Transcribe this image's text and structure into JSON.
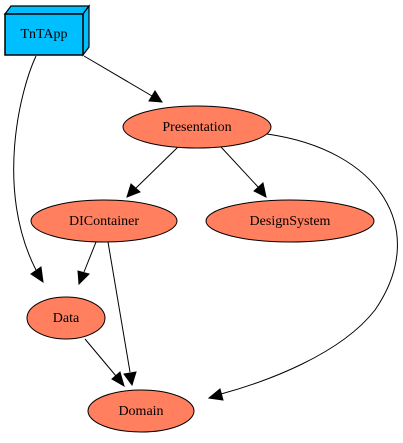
{
  "colors": {
    "app_node_fill": "#00bfff",
    "module_node_fill": "#ff7f5f",
    "stroke": "#000000",
    "background": "#ffffff"
  },
  "nodes": {
    "tntapp": {
      "label": "TnTApp",
      "shape": "box3d"
    },
    "presentation": {
      "label": "Presentation",
      "shape": "ellipse"
    },
    "dicontainer": {
      "label": "DIContainer",
      "shape": "ellipse"
    },
    "designsystem": {
      "label": "DesignSystem",
      "shape": "ellipse"
    },
    "data": {
      "label": "Data",
      "shape": "ellipse"
    },
    "domain": {
      "label": "Domain",
      "shape": "ellipse"
    }
  },
  "edges": [
    {
      "from": "TnTApp",
      "to": "Presentation"
    },
    {
      "from": "TnTApp",
      "to": "Data"
    },
    {
      "from": "Presentation",
      "to": "DIContainer"
    },
    {
      "from": "Presentation",
      "to": "DesignSystem"
    },
    {
      "from": "Presentation",
      "to": "Domain"
    },
    {
      "from": "DIContainer",
      "to": "Data"
    },
    {
      "from": "DIContainer",
      "to": "Domain"
    },
    {
      "from": "Data",
      "to": "Domain"
    }
  ]
}
